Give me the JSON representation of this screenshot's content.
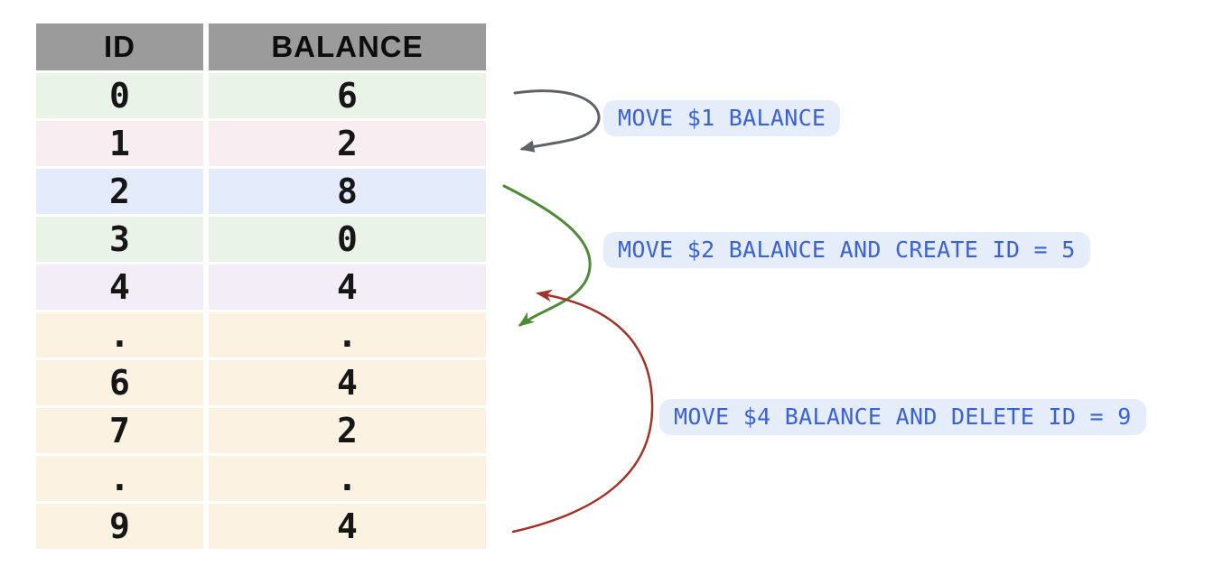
{
  "table": {
    "headers": [
      "ID",
      "BALANCE"
    ],
    "rows": [
      {
        "id": "0",
        "balance": "6",
        "tint": "green"
      },
      {
        "id": "1",
        "balance": "2",
        "tint": "pink"
      },
      {
        "id": "2",
        "balance": "8",
        "tint": "blue"
      },
      {
        "id": "3",
        "balance": "0",
        "tint": "green"
      },
      {
        "id": "4",
        "balance": "4",
        "tint": "lavender"
      },
      {
        "id": ".",
        "balance": ".",
        "tint": "cream"
      },
      {
        "id": "6",
        "balance": "4",
        "tint": "cream"
      },
      {
        "id": "7",
        "balance": "2",
        "tint": "cream"
      },
      {
        "id": ".",
        "balance": ".",
        "tint": "cream"
      },
      {
        "id": "9",
        "balance": "4",
        "tint": "cream"
      }
    ]
  },
  "annotations": [
    {
      "label": "MOVE $1 BALANCE",
      "arrow_color": "#5f6368",
      "from_row": "0",
      "to_row": "1"
    },
    {
      "label": "MOVE $2 BALANCE AND CREATE ID = 5",
      "arrow_color": "#4e8b38",
      "from_row": "2",
      "to_row": "5"
    },
    {
      "label": "MOVE $4 BALANCE AND DELETE ID = 9",
      "arrow_color": "#a13428",
      "from_row": "9",
      "to_row": "4"
    }
  ],
  "colors": {
    "header_bg": "#9b9b9b",
    "row_green": "#eaf3e8",
    "row_pink": "#f8eef2",
    "row_blue": "#e4ebfa",
    "row_lavender": "#f2edf6",
    "row_cream": "#fcf2e1",
    "label_bg": "#e5ecfa",
    "label_text": "#3b62d4"
  }
}
